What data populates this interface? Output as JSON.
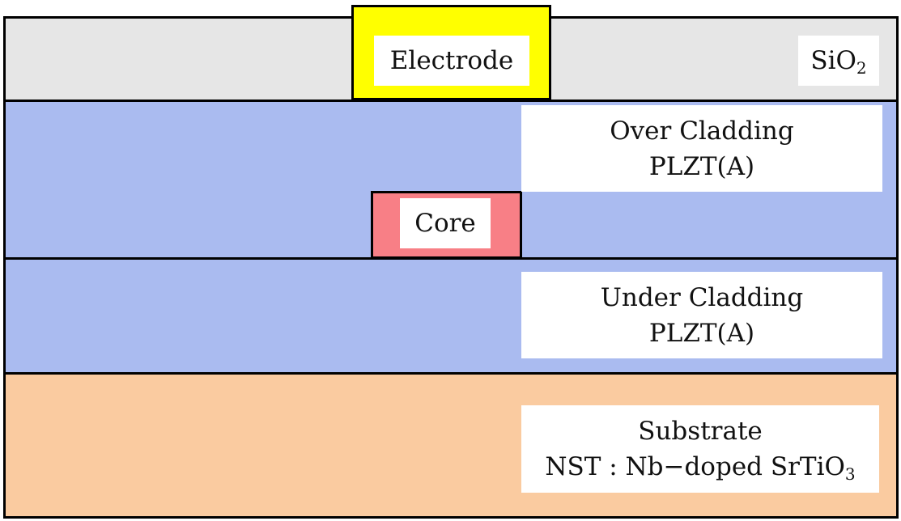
{
  "colors": {
    "sio2": "#e6e6e6",
    "cladding": "#aabbf0",
    "core": "#f87f86",
    "electrode": "#ffff00",
    "substrate": "#facba0"
  },
  "sio2": {
    "label": "SiO",
    "sub": "2"
  },
  "electrode": {
    "label": "Electrode"
  },
  "over_cladding": {
    "line1": "Over Cladding",
    "line2": "PLZT(A)"
  },
  "core": {
    "label": "Core"
  },
  "under_cladding": {
    "line1": "Under Cladding",
    "line2": "PLZT(A)"
  },
  "substrate": {
    "line1": "Substrate",
    "line2": "NST : Nb−doped SrTiO",
    "line2_sub": "3"
  }
}
